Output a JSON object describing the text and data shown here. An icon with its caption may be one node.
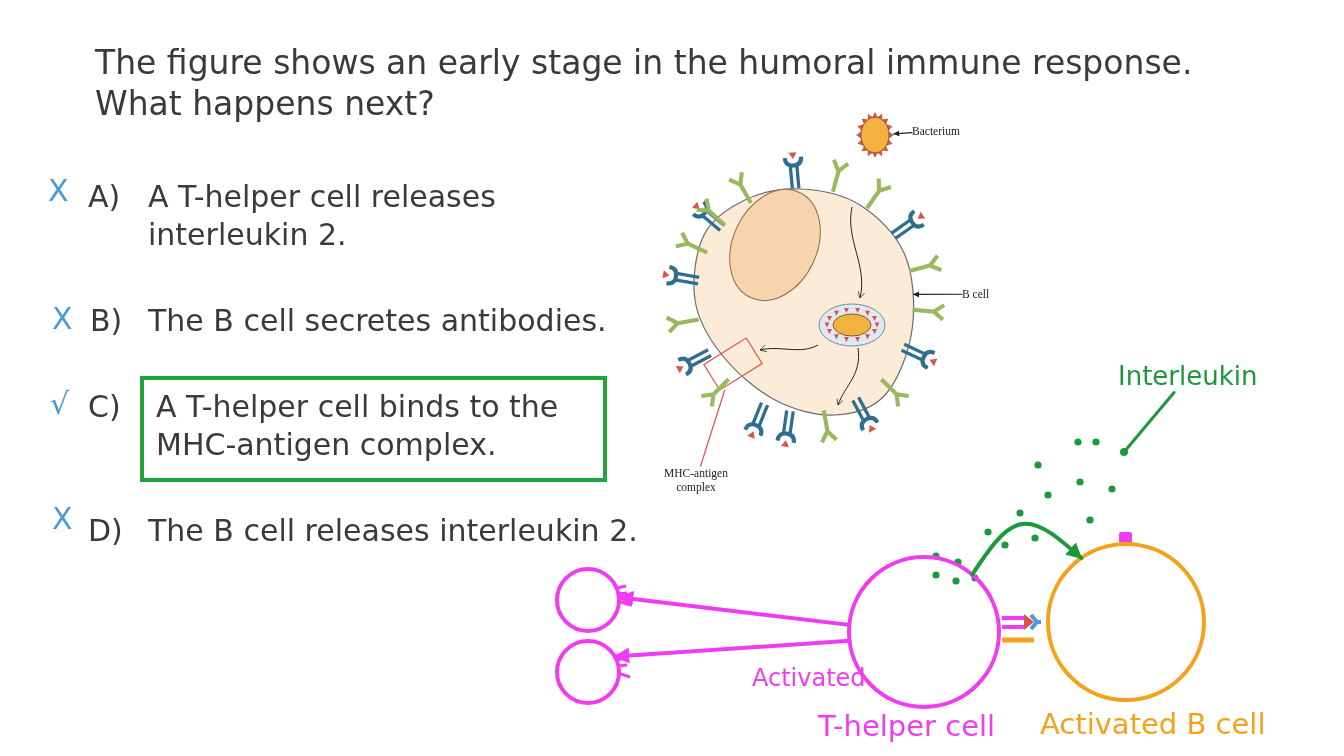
{
  "diagram": {
    "title": "The figure shows an early stage in the humoral immune response. What happens next?",
    "nodes": [
      {
        "text": [
          "A T-helper cell binds to the MHC-antigen complex."
        ]
      },
      {
        "text": [
          "Bacterium"
        ]
      },
      {
        "text": [],
        "shape": "picture"
      },
      {
        "text": [
          "B cell"
        ]
      },
      {
        "text": [],
        "shape": "picture"
      },
      {
        "text": [
          "MHC-antigen complex"
        ]
      },
      {
        "text": [],
        "shape": "box",
        "in": 4
      },
      {
        "text": [
          "Interleukin"
        ]
      },
      {
        "text": [],
        "shape": "circle"
      },
      {
        "text": [],
        "shape": "circle"
      },
      {
        "text": [],
        "shape": "circle"
      },
      {
        "text": [],
        "shape": "circle",
        "beside": [
          "Activated",
          "T-helper cell"
        ]
      },
      {
        "text": [],
        "shape": "circle",
        "beside": [
          "Activated B cell"
        ]
      }
    ],
    "edges": [
      {
        "from": 1,
        "to": 2,
        "arrow": "to"
      },
      {
        "from": 3,
        "to": 4,
        "arrow": "to"
      },
      {
        "from": 5,
        "to": 6,
        "arrow": "none",
        "color": "#d9534f"
      },
      {
        "from": 7,
        "to": 8,
        "arrow": "none",
        "color": "#1a9a3a"
      },
      {
        "from": 11,
        "to": 9,
        "arrow": "to",
        "color": "#f03cf0"
      },
      {
        "from": 11,
        "to": 10,
        "arrow": "to",
        "color": "#f03cf0"
      },
      {
        "from": 11,
        "to": 12,
        "arrow": "to",
        "color": "#1a9a3a"
      }
    ],
    "labels": [
      "X",
      "A)",
      "A T-helper cell releases interleukin 2.",
      "X",
      "B)",
      "The B cell secretes antibodies.",
      "√",
      "C)",
      "X",
      "D)",
      "The B cell releases interleukin 2."
    ]
  }
}
